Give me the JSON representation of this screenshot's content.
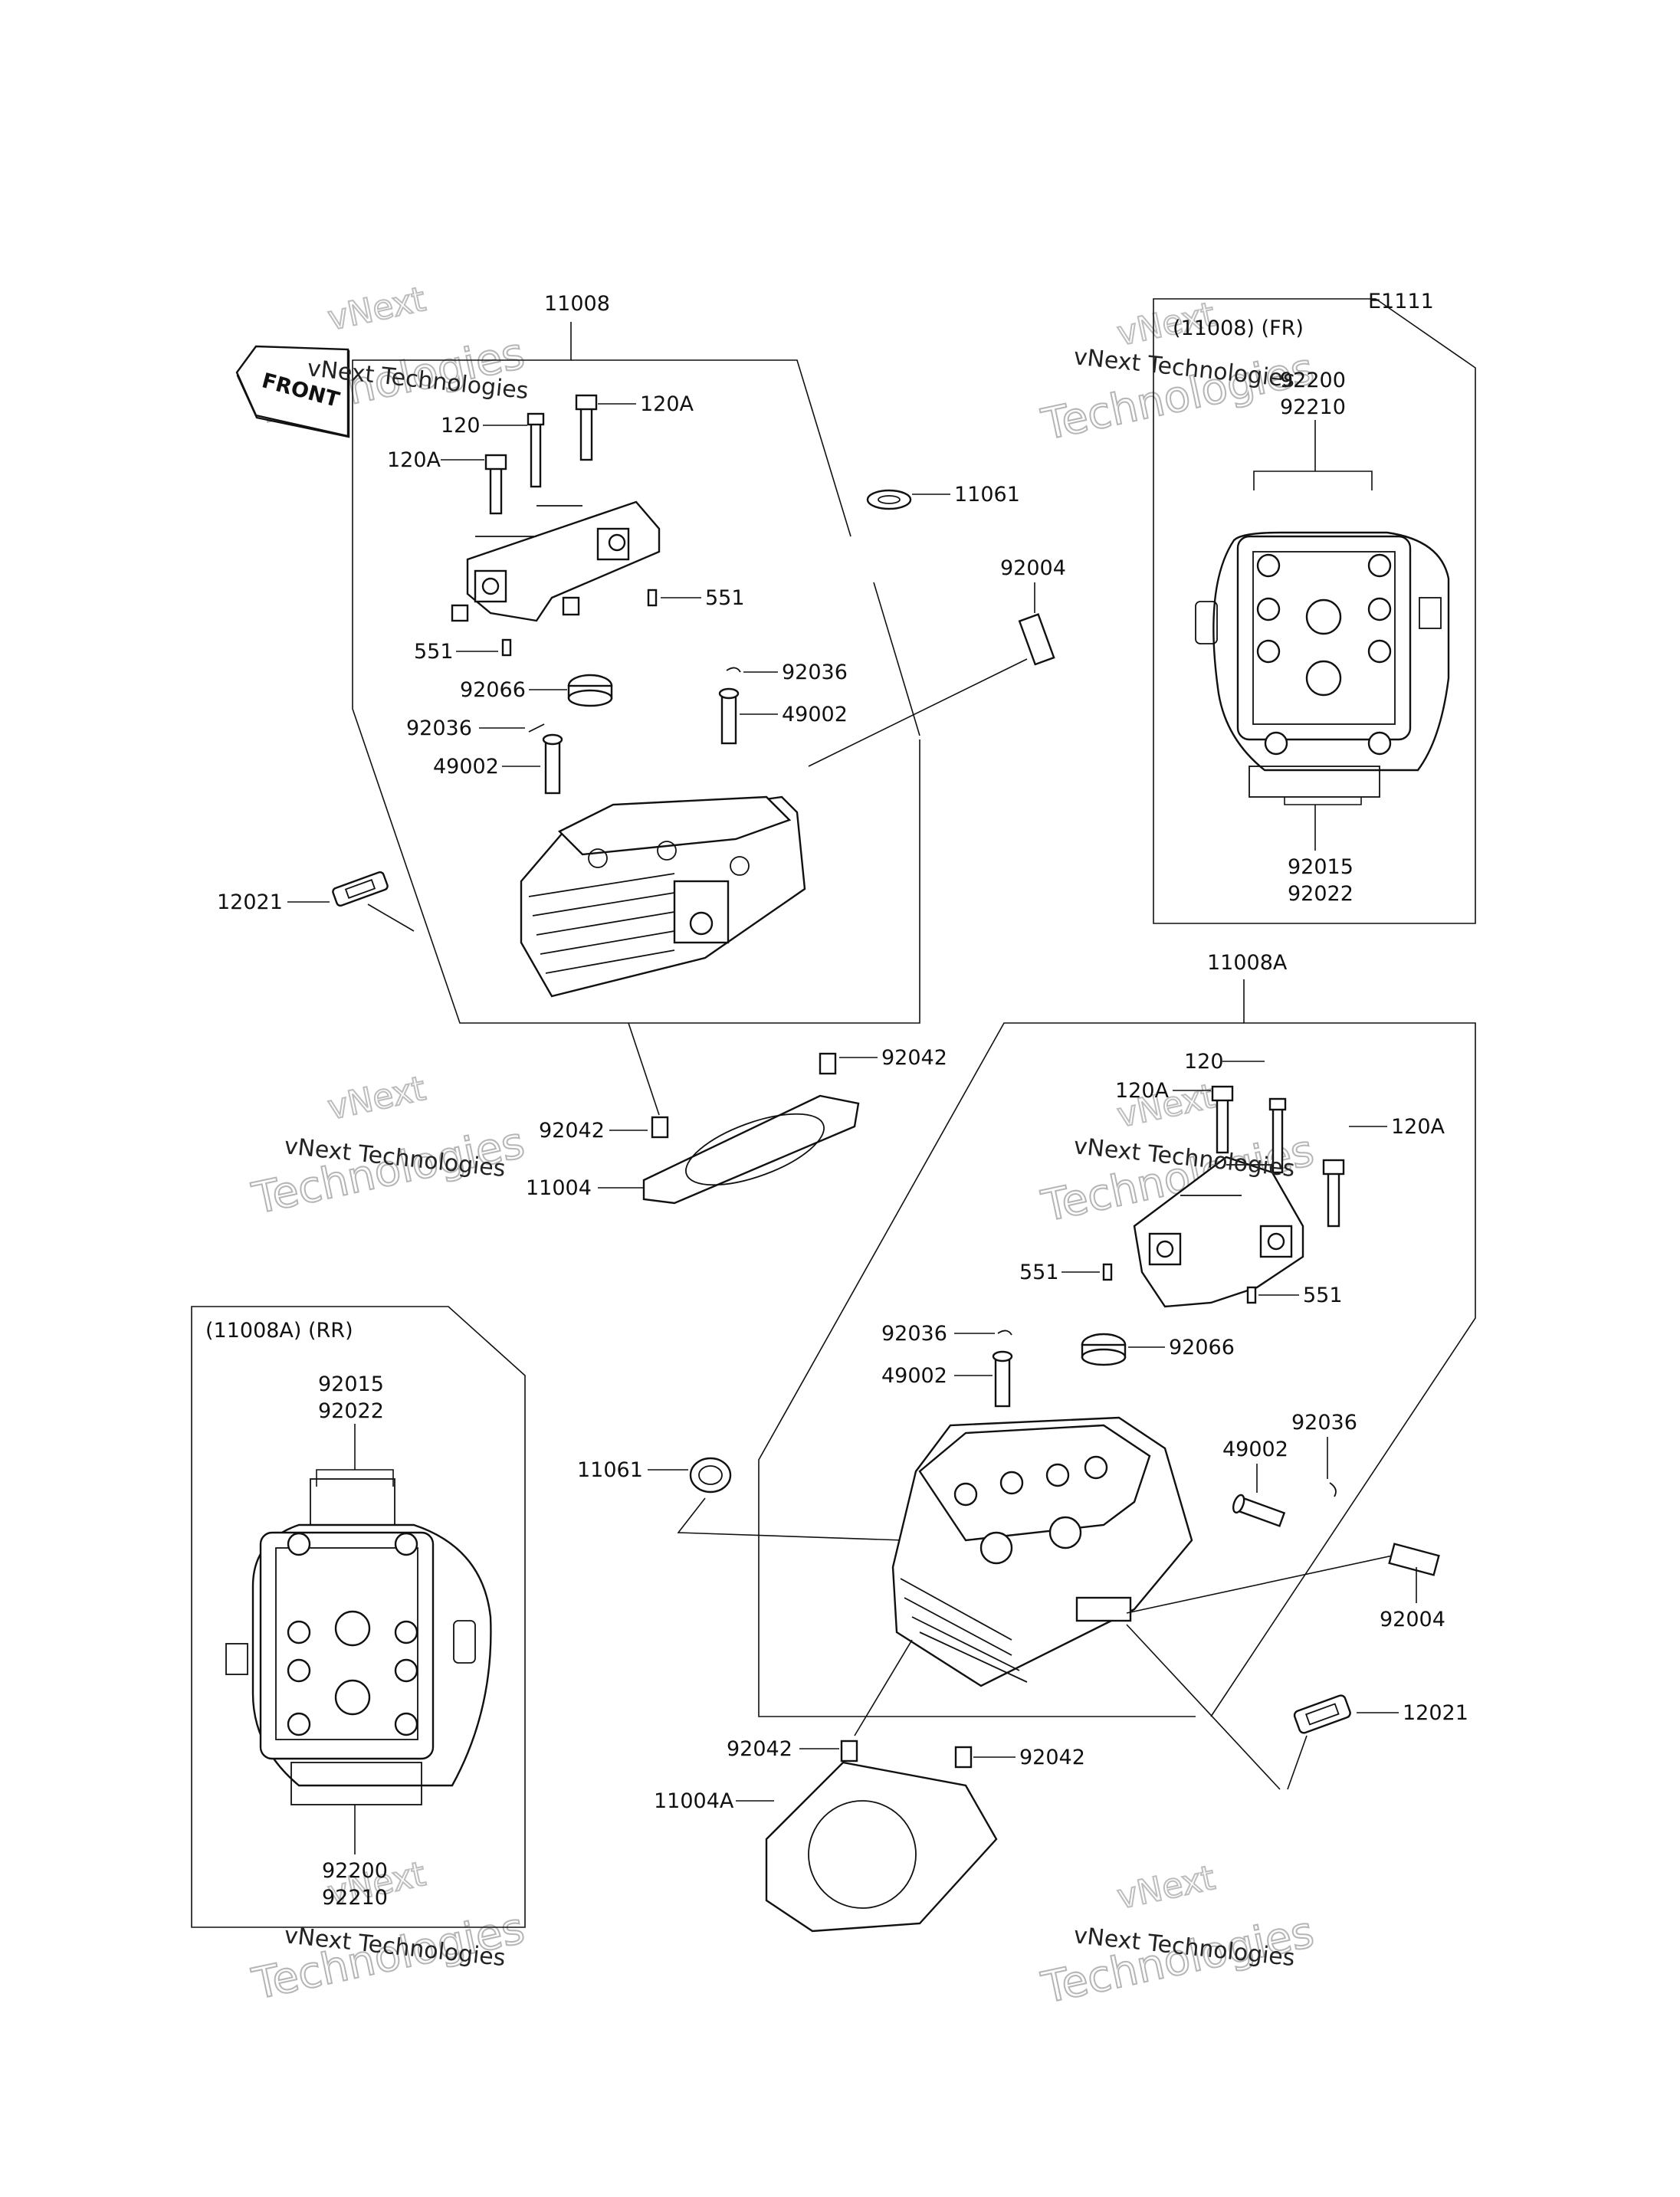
{
  "diagram_code": "E1111",
  "front_arrow": "FRONT",
  "watermark": {
    "line1": "vNext",
    "line2": "vNext Technologies",
    "line3": "Technologies"
  },
  "insets": {
    "front": {
      "title": "(11008)  (FR)",
      "top_labels": [
        "92200",
        "92210"
      ],
      "bottom_labels": [
        "92015",
        "92022"
      ]
    },
    "rear": {
      "title": "(11008A)  (RR)",
      "top_labels": [
        "92015",
        "92022"
      ],
      "bottom_labels": [
        "92200",
        "92210"
      ]
    }
  },
  "callouts_front_head": [
    {
      "id": "11008",
      "label": "11008"
    },
    {
      "id": "120A-a",
      "label": "120A"
    },
    {
      "id": "120",
      "label": "120"
    },
    {
      "id": "120A-b",
      "label": "120A"
    },
    {
      "id": "11061",
      "label": "11061"
    },
    {
      "id": "551-a",
      "label": "551"
    },
    {
      "id": "551-b",
      "label": "551"
    },
    {
      "id": "92004",
      "label": "92004"
    },
    {
      "id": "92066",
      "label": "92066"
    },
    {
      "id": "92036-a",
      "label": "92036"
    },
    {
      "id": "92036-b",
      "label": "92036"
    },
    {
      "id": "49002-a",
      "label": "49002"
    },
    {
      "id": "49002-b",
      "label": "49002"
    },
    {
      "id": "12021",
      "label": "12021"
    },
    {
      "id": "92042-a",
      "label": "92042"
    },
    {
      "id": "92042-b",
      "label": "92042"
    },
    {
      "id": "11004",
      "label": "11004"
    }
  ],
  "callouts_rear_head": [
    {
      "id": "11008A",
      "label": "11008A"
    },
    {
      "id": "120",
      "label": "120"
    },
    {
      "id": "120A-a",
      "label": "120A"
    },
    {
      "id": "120A-b",
      "label": "120A"
    },
    {
      "id": "551-a",
      "label": "551"
    },
    {
      "id": "551-b",
      "label": "551"
    },
    {
      "id": "92036-a",
      "label": "92036"
    },
    {
      "id": "92066",
      "label": "92066"
    },
    {
      "id": "49002-a",
      "label": "49002"
    },
    {
      "id": "11061",
      "label": "11061"
    },
    {
      "id": "49002-b",
      "label": "49002"
    },
    {
      "id": "92036-b",
      "label": "92036"
    },
    {
      "id": "92004",
      "label": "92004"
    },
    {
      "id": "12021",
      "label": "12021"
    },
    {
      "id": "92042-a",
      "label": "92042"
    },
    {
      "id": "92042-b",
      "label": "92042"
    },
    {
      "id": "11004A",
      "label": "11004A"
    }
  ]
}
